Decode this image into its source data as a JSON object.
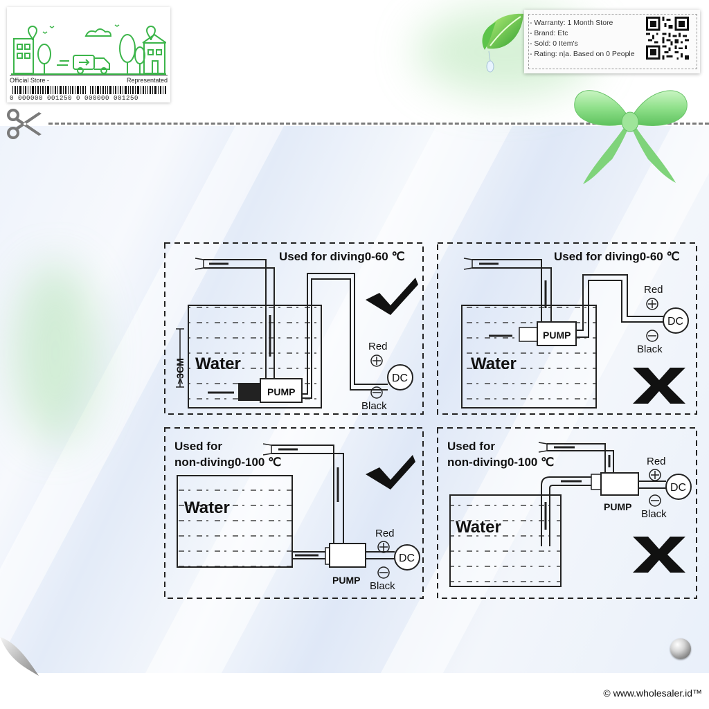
{
  "store_tag": {
    "left_label": "Official Store -",
    "right_label": "Representated",
    "barcode_number": "0 000000 001250 0 000000 001250"
  },
  "info_card": {
    "lines": [
      "- Warranty: 1 Month Store",
      "- Brand: Etc",
      "- Sold: 0 Item's",
      "- Rating: n|a. Based on 0 People"
    ]
  },
  "diagram": {
    "panels": [
      {
        "title": "Used for diving0-60 ℃",
        "water": "Water",
        "pump": "PUMP",
        "depth": ">3CM",
        "red": "Red",
        "black": "Black",
        "dc": "DC",
        "verdict": "correct"
      },
      {
        "title": "Used for diving0-60 ℃",
        "water": "Water",
        "pump": "PUMP",
        "red": "Red",
        "black": "Black",
        "dc": "DC",
        "verdict": "wrong"
      },
      {
        "title_line1": "Used for",
        "title_line2": "non-diving0-100 ℃",
        "water": "Water",
        "pump": "PUMP",
        "red": "Red",
        "black": "Black",
        "dc": "DC",
        "verdict": "correct"
      },
      {
        "title_line1": "Used for",
        "title_line2": "non-diving0-100 ℃",
        "water": "Water",
        "pump": "PUMP",
        "red": "Red",
        "black": "Black",
        "dc": "DC",
        "verdict": "wrong"
      }
    ]
  },
  "footer": {
    "copyright": "© www.wholesaler.id™"
  },
  "colors": {
    "accent_green": "#3cb54a",
    "line_dark": "#111111"
  },
  "icons": [
    "scissors-icon",
    "leaf-icon",
    "bow-icon",
    "qr-code-icon",
    "checkmark-icon",
    "cross-icon",
    "page-curl-icon",
    "metal-button-icon"
  ]
}
